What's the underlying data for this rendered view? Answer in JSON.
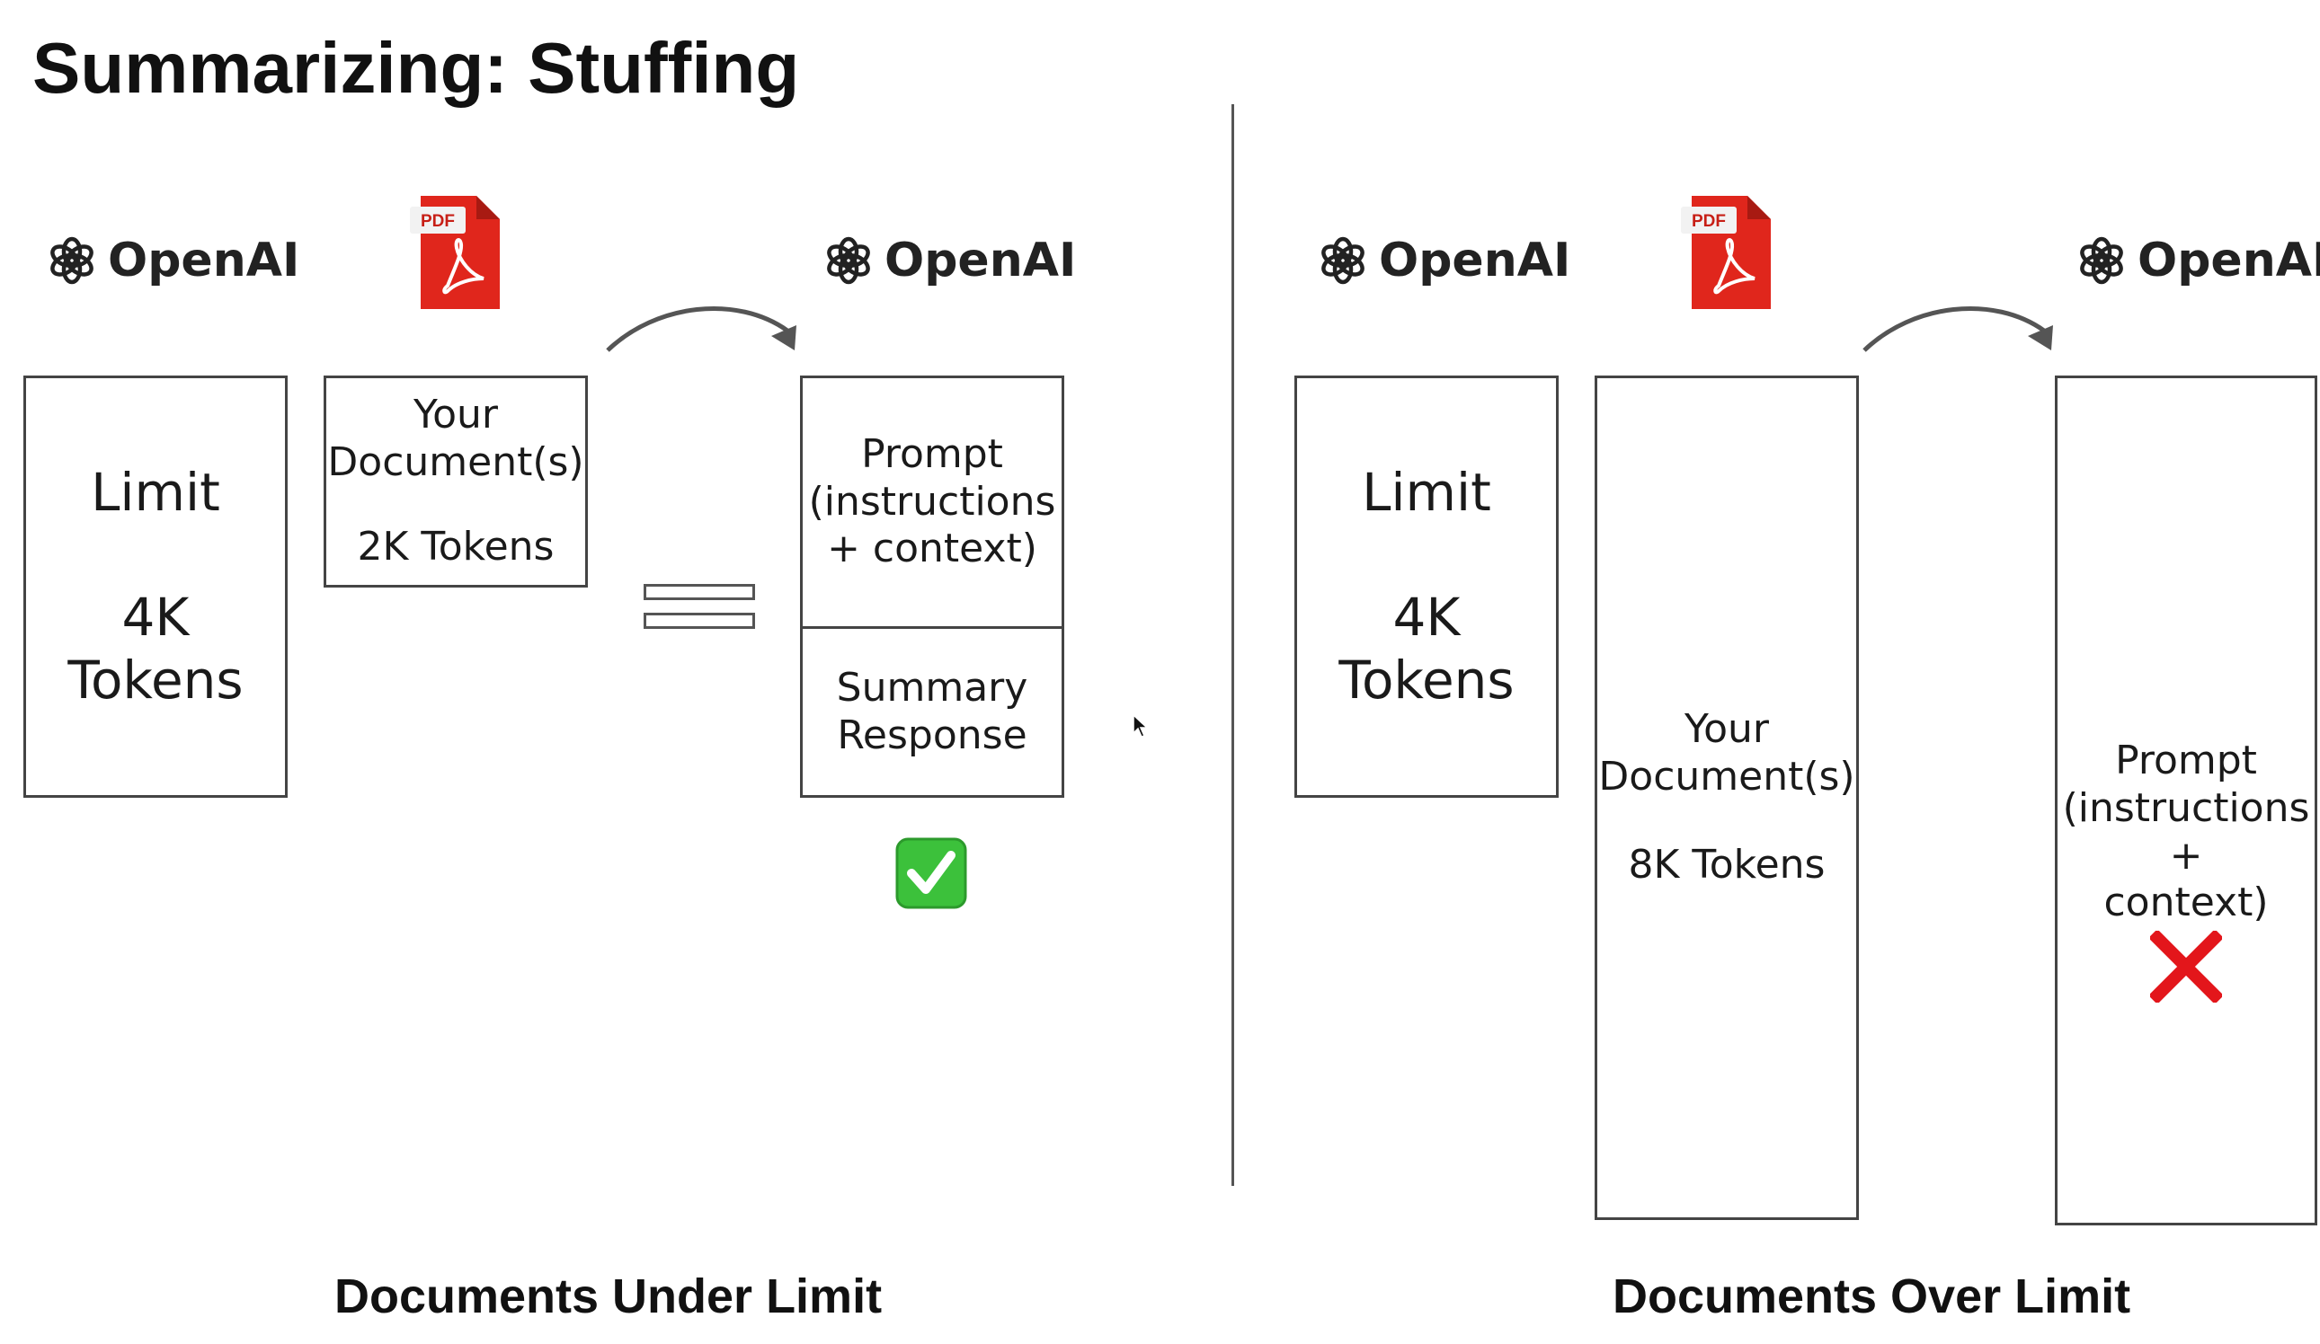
{
  "title": "Summarizing: Stuffing",
  "brand": {
    "name": "OpenAI"
  },
  "pdf_label": "PDF",
  "left": {
    "limit_box": {
      "line1": "Limit",
      "line2": "4K Tokens"
    },
    "doc_box": {
      "line1": "Your",
      "line2": "Document(s)",
      "line3": "2K Tokens"
    },
    "prompt_box": {
      "line1": "Prompt",
      "line2": "(instructions",
      "line3": "+ context)"
    },
    "summary_box": {
      "line1": "Summary",
      "line2": "Response"
    },
    "result_icon": "check-mark-icon",
    "caption": "Documents Under Limit"
  },
  "right": {
    "limit_box": {
      "line1": "Limit",
      "line2": "4K Tokens"
    },
    "doc_box": {
      "line1": "Your",
      "line2": "Document(s)",
      "line3": "8K Tokens"
    },
    "prompt_box": {
      "line1": "Prompt",
      "line2": "(instructions +",
      "line3": "context)"
    },
    "result_icon": "cross-mark-icon",
    "caption": "Documents Over Limit"
  },
  "colors": {
    "pdf_red": "#e0261c",
    "check_green": "#3cc13b",
    "cross_red": "#e3161b"
  }
}
